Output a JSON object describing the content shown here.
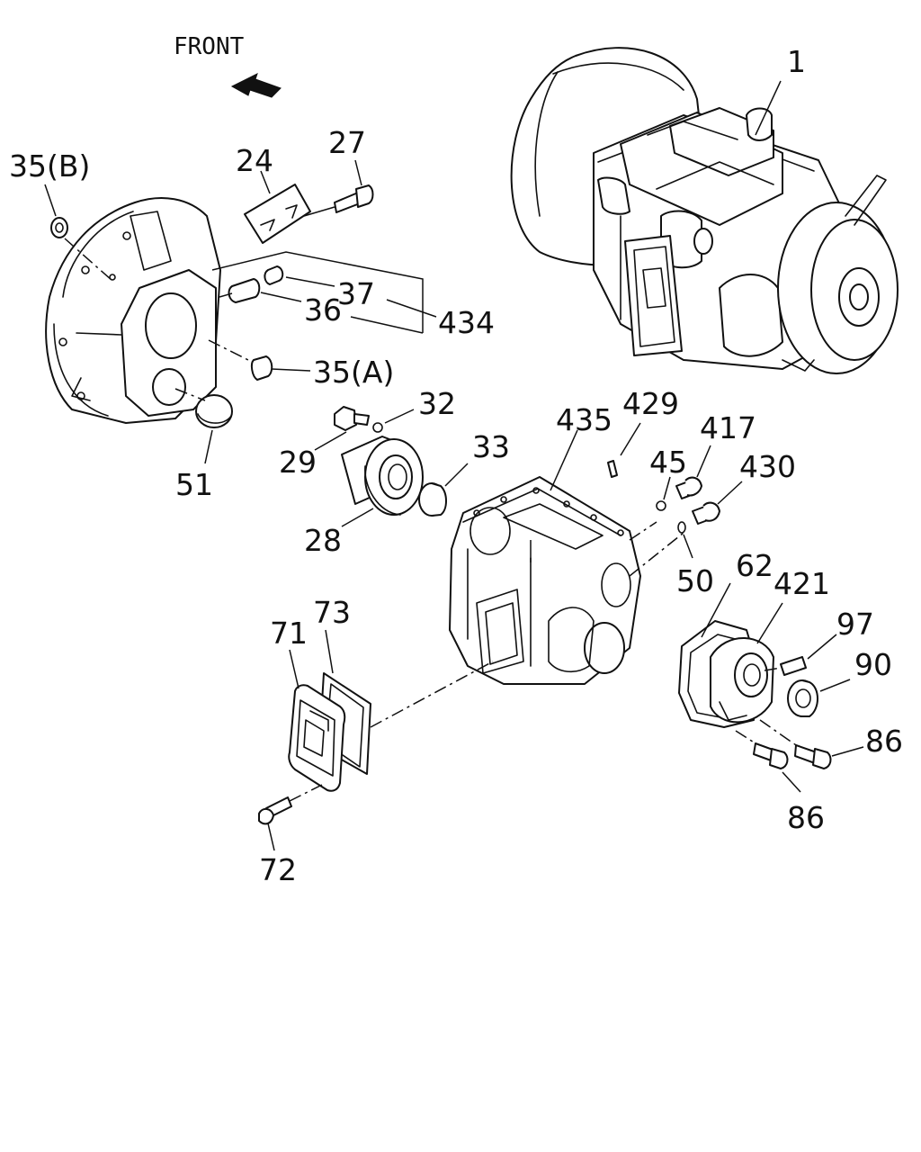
{
  "orientation": {
    "label": "FRONT",
    "icon": "front-arrow-icon"
  },
  "labels": {
    "p1": "1",
    "p24": "24",
    "p27": "27",
    "p35b": "35(B)",
    "p36": "36",
    "p37": "37",
    "p434": "434",
    "p35a": "35(A)",
    "p51": "51",
    "p29": "29",
    "p32": "32",
    "p28": "28",
    "p33": "33",
    "p435": "435",
    "p429": "429",
    "p45": "45",
    "p417": "417",
    "p430": "430",
    "p50": "50",
    "p62": "62",
    "p421": "421",
    "p97": "97",
    "p90": "90",
    "p86a": "86",
    "p86b": "86",
    "p71": "71",
    "p73": "73",
    "p72": "72"
  }
}
